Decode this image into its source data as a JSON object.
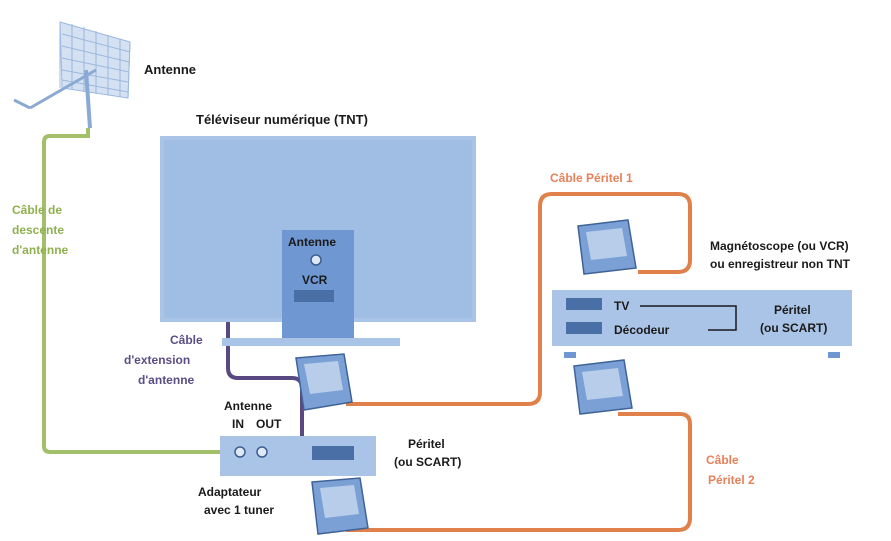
{
  "labels": {
    "antenna": "Antenne",
    "tv_title": "Téléviseur numérique (TNT)",
    "tv_port_antenna": "Antenne",
    "tv_port_vcr": "VCR",
    "antenna_cable_1": "Câble de",
    "antenna_cable_2": "descente",
    "antenna_cable_3": "d'antenne",
    "ext_cable_1": "Câble",
    "ext_cable_2": "d'extension",
    "ext_cable_3": "d'antenne",
    "adapter_antenna": "Antenne",
    "adapter_in": "IN",
    "adapter_out": "OUT",
    "adapter_name_1": "Adaptateur",
    "adapter_name_2": "avec 1 tuner",
    "peritel_adapter_1": "Péritel",
    "peritel_adapter_2": "(ou SCART)",
    "cable_peritel_1": "Câble Péritel 1",
    "vcr_title_1": "Magnétoscope (ou VCR)",
    "vcr_title_2": "ou enregistreur non TNT",
    "vcr_port_tv": "TV",
    "vcr_port_decoder": "Décodeur",
    "peritel_vcr_1": "Péritel",
    "peritel_vcr_2": "(ou SCART)",
    "cable_peritel_2_1": "Câble",
    "cable_peritel_2_2": "Péritel 2"
  },
  "colors": {
    "device_fill": "#a9c4e6",
    "screen_fill": "#8fb1dd",
    "port_panel": "#6f98d3",
    "antenna_cable": "#a2c06a",
    "extension_cable": "#594982",
    "peritel_cable": "#e0804a",
    "label_cable_orange": "#e8805a",
    "label_cable_purple": "#5b4d86",
    "label_cable_green": "#8fb04e",
    "connector": "#7aa0d6"
  },
  "icons": [
    "antenna-icon",
    "scart-connector-icon",
    "coax-jack-icon"
  ]
}
